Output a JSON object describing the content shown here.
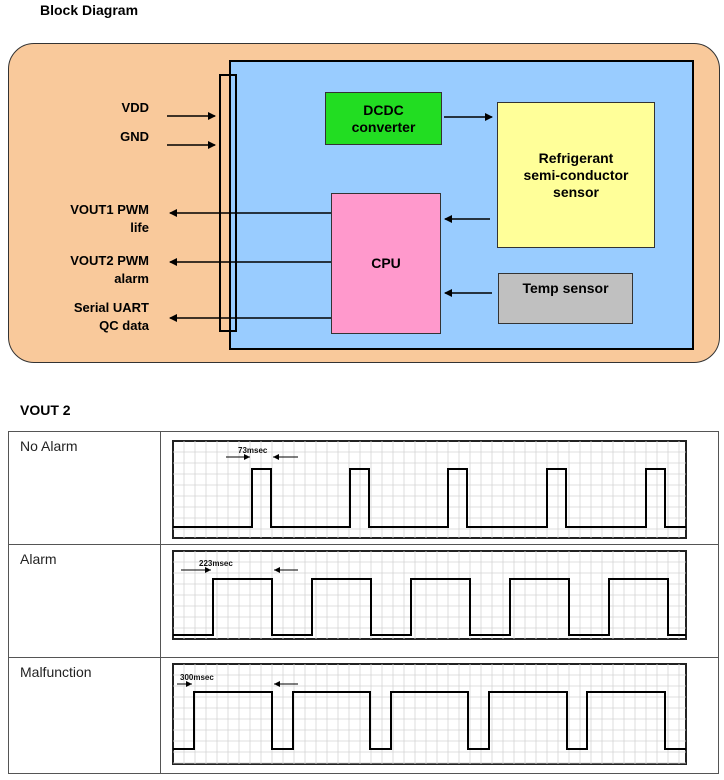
{
  "block_diagram": {
    "title": "Block Diagram",
    "inputs": [
      {
        "label": "VDD"
      },
      {
        "label": "GND"
      }
    ],
    "outputs": [
      {
        "label": "VOUT1  PWM\nlife"
      },
      {
        "label": "VOUT2 PWM\nalarm"
      },
      {
        "label": "Serial UART\nQC data"
      }
    ],
    "blocks": {
      "dcdc": {
        "label": "DCDC\nconverter",
        "color": "#22dd22"
      },
      "sensor": {
        "label": "Refrigerant\nsemi-conductor\nsensor",
        "color": "#ffff99"
      },
      "cpu": {
        "label": "CPU",
        "color": "#ff99cc"
      },
      "temp": {
        "label": "Temp sensor",
        "color": "#c0c0c0"
      }
    },
    "colors": {
      "outer": "#f9c99b",
      "board": "#99ccff"
    }
  },
  "vout2": {
    "title": "VOUT 2",
    "rows": [
      {
        "label": "No Alarm",
        "annotation": "73msec"
      },
      {
        "label": "Alarm",
        "annotation": "223msec"
      },
      {
        "label": "Malfunction",
        "annotation": "300msec"
      }
    ]
  }
}
